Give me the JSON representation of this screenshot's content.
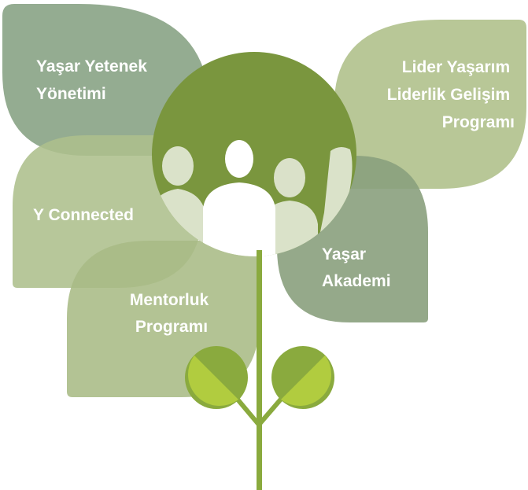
{
  "colors": {
    "leaf_top_left": "#8ba588",
    "leaf_top_right": "#b2c28e",
    "leaf_middle_left": "#adbf8c",
    "leaf_middle_right": "#8aa07d",
    "leaf_bottom": "#a9bb85",
    "circle": "#7a963e",
    "people": "#ffffff",
    "stem": "#8aaa3e",
    "sprout_dark": "#8aaa3e",
    "sprout_light": "#b1cc3f"
  },
  "leaves": {
    "top_left": {
      "lines": [
        "Yaşar Yetenek",
        "Yönetimi"
      ]
    },
    "top_right": {
      "lines": [
        "Lider Yaşarım",
        "Liderlik Gelişim",
        "Programı"
      ]
    },
    "middle_left": {
      "lines": [
        "Y Connected"
      ]
    },
    "middle_right": {
      "lines": [
        "Yaşar",
        "Akademi"
      ]
    },
    "bottom": {
      "lines": [
        "Mentorluk",
        "Programı"
      ]
    }
  }
}
